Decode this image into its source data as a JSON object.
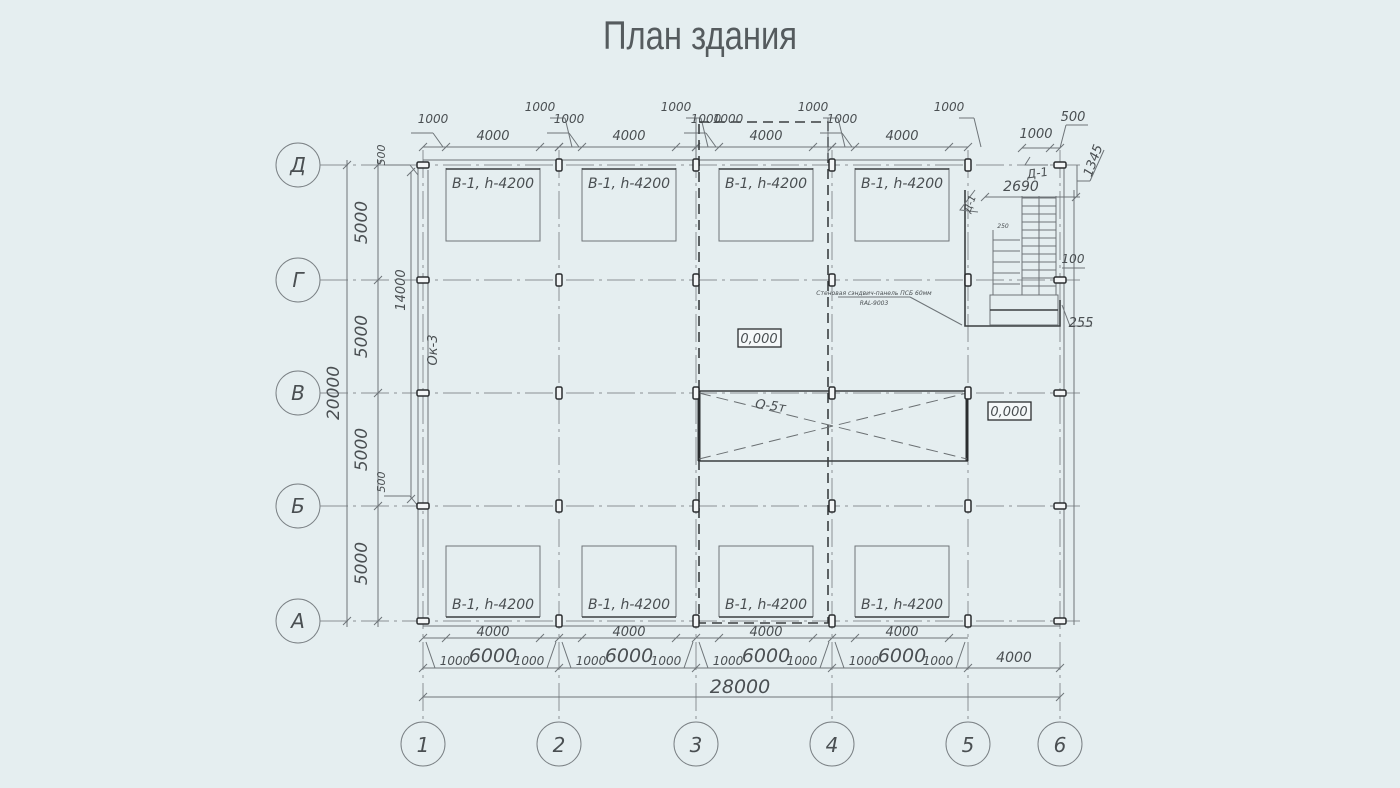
{
  "title": "План здания",
  "axes": {
    "columns": [
      "1",
      "2",
      "3",
      "4",
      "5",
      "6"
    ],
    "rows": [
      "Д",
      "Г",
      "В",
      "Б",
      "А"
    ]
  },
  "windows": {
    "label": "В-1, h-4200"
  },
  "top_dims": {
    "bay": "4000",
    "side": "1000"
  },
  "left_dims": {
    "spans": [
      "5000",
      "5000",
      "5000",
      "5000"
    ],
    "total": "20000",
    "inner": "14000",
    "offset_top": "500",
    "offset_bottom": "500",
    "window_mark": "Ок-3"
  },
  "bottom_dims": {
    "window": "4000",
    "bay": "6000",
    "side": "1000",
    "span_5_6": "4000",
    "total": "28000"
  },
  "stair": {
    "d1_width": "1000",
    "d1_offset": "500",
    "vert": "1345",
    "width": "2690",
    "door_mark": "Д-1",
    "step": "250",
    "gap": "100",
    "offset": "255",
    "wall_note": "Стеновая сэндвич-панель ПСБ 60мм",
    "wall_color": "RAL-9003"
  },
  "levels": [
    "0,000",
    "0,000"
  ],
  "opening_label": "О-5т"
}
